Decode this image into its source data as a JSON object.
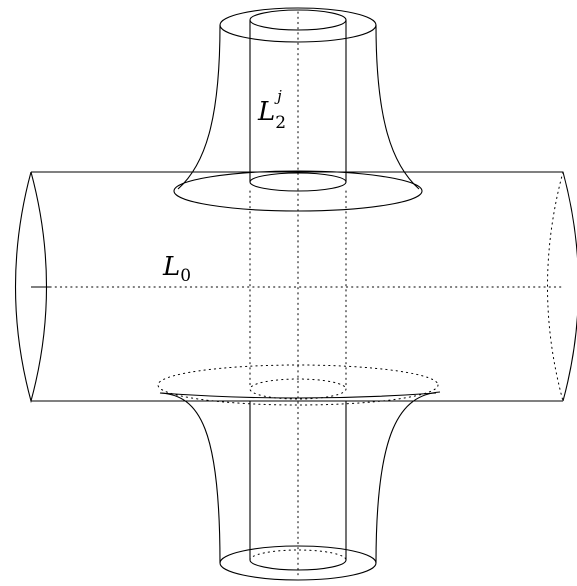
{
  "labels": {
    "l0_main": "L",
    "l0_sub": "0",
    "l2_main": "L",
    "l2_sub": "2",
    "l2_sup": "j"
  },
  "colors": {
    "stroke": "#000000",
    "background": "#ffffff"
  }
}
